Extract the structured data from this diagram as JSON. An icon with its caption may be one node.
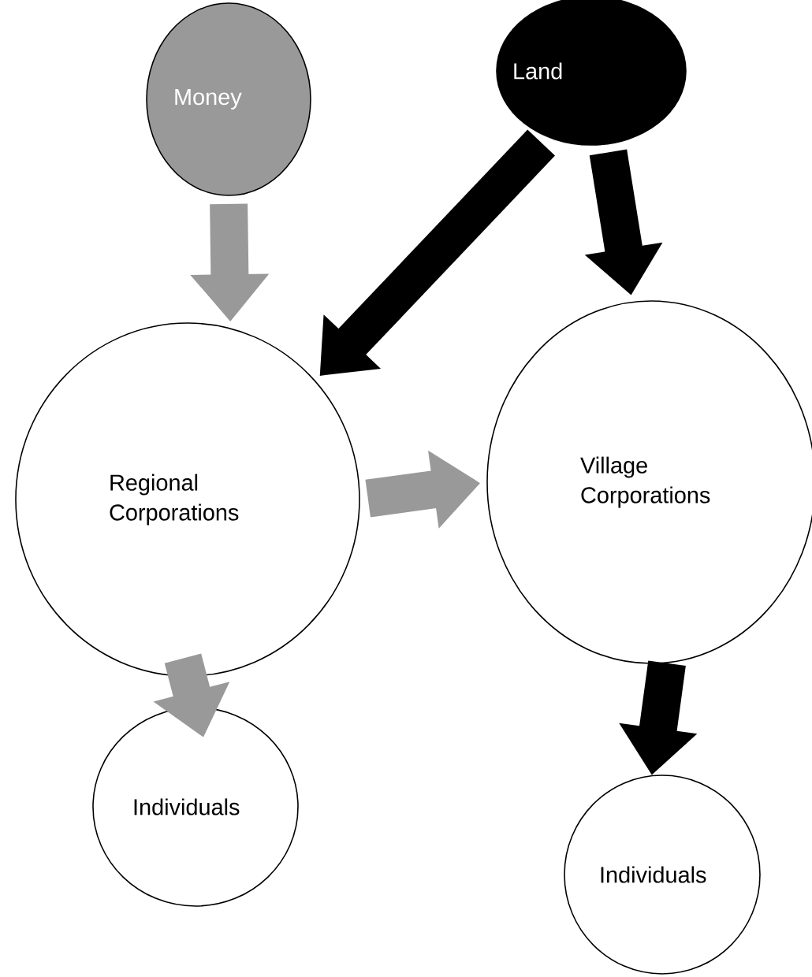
{
  "diagram": {
    "nodes": [
      {
        "text": [
          "Money"
        ]
      },
      {
        "text": [
          "Land"
        ]
      },
      {
        "text": [
          "Regional Corporations"
        ]
      },
      {
        "text": [
          "Village Corporations"
        ]
      },
      {
        "text": [
          "Individuals"
        ]
      },
      {
        "text": [
          "Individuals"
        ]
      }
    ],
    "edges": [
      {
        "from": 0,
        "to": 2,
        "arrow": "to",
        "color": "#999999"
      },
      {
        "from": 1,
        "to": 2,
        "arrow": "to",
        "color": "#000000"
      },
      {
        "from": 1,
        "to": 3,
        "arrow": "to",
        "color": "#000000"
      },
      {
        "from": 2,
        "to": 3,
        "arrow": "to",
        "color": "#999999"
      },
      {
        "from": 2,
        "to": 4,
        "arrow": "to",
        "color": "#999999"
      },
      {
        "from": 3,
        "to": 5,
        "arrow": "to",
        "color": "#000000"
      }
    ]
  }
}
